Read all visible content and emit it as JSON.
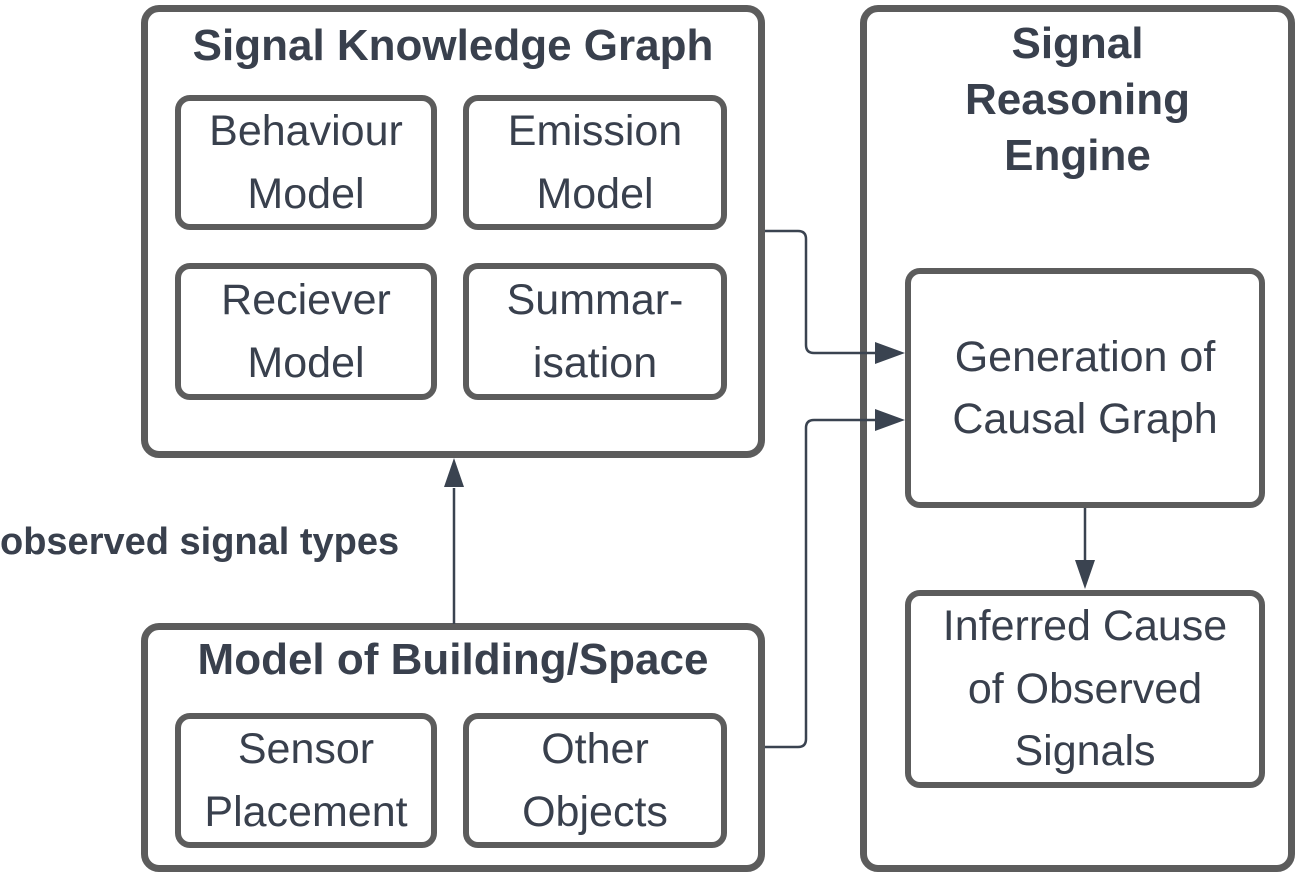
{
  "colors": {
    "background": "#ffffff",
    "box_border": "#5c5c5c",
    "text": "#39404d",
    "connector": "#3a4350"
  },
  "skg": {
    "title": "Signal Knowledge Graph",
    "items": {
      "behaviour": "Behaviour\nModel",
      "emission": "Emission\nModel",
      "reciever": "Reciever\nModel",
      "summarisation": "Summar-\nisation"
    }
  },
  "mob": {
    "title": "Model of Building/Space",
    "items": {
      "sensor": "Sensor\nPlacement",
      "other": "Other\nObjects"
    }
  },
  "sre": {
    "title": "Signal\nReasoning\nEngine",
    "items": {
      "generation": "Generation of\nCausal Graph",
      "inferred": "Inferred Cause\nof Observed\nSignals"
    }
  },
  "edges": {
    "observed_label": "observed signal types"
  }
}
